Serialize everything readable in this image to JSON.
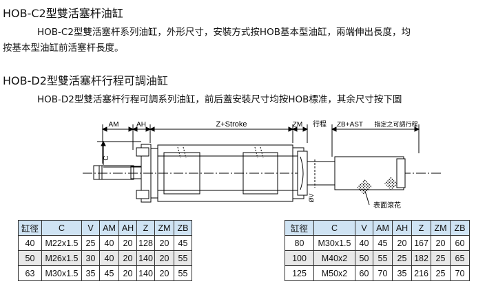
{
  "sec1": {
    "title": "HOB-C2型雙活塞杆油缸",
    "line1": "HOB-C2型雙活塞杆系列油缸，外形尺寸，安裝方式按HOB基本型油缸，兩端伸出長度，均",
    "line2": "按基本型油缸前活塞杆長度。"
  },
  "sec2": {
    "title": "HOB-D2型雙活塞杆行程可調油缸",
    "line1": "HOB-D2型雙活塞杆行程可調系列油缸，前后蓋安裝尺寸均按HOB標准，其余尺寸按下圖"
  },
  "diagram": {
    "am": "AM",
    "ah": "AH",
    "z_stroke": "Z+Stroke",
    "zm": "ZM",
    "stroke": "行程",
    "zb_ast": "ZB+AST",
    "adj_stroke": "指定之可調行程",
    "c": "C",
    "phi_v": "ØV",
    "knurl": "表面滾花"
  },
  "tables": {
    "headers": [
      "缸徑",
      "C",
      "V",
      "AM",
      "AH",
      "Z",
      "ZM",
      "ZB"
    ],
    "left": [
      [
        "40",
        "M22x1.5",
        "25",
        "40",
        "20",
        "128",
        "20",
        "45"
      ],
      [
        "50",
        "M26x1.5",
        "30",
        "40",
        "20",
        "140",
        "20",
        "55"
      ],
      [
        "63",
        "M30x1.5",
        "35",
        "45",
        "20",
        "140",
        "20",
        "55"
      ]
    ],
    "right": [
      [
        "80",
        "M30x1.5",
        "40",
        "45",
        "20",
        "167",
        "20",
        "60"
      ],
      [
        "100",
        "M40x2",
        "50",
        "55",
        "25",
        "182",
        "25",
        "65"
      ],
      [
        "125",
        "M50x2",
        "60",
        "70",
        "35",
        "216",
        "25",
        "70"
      ]
    ]
  }
}
